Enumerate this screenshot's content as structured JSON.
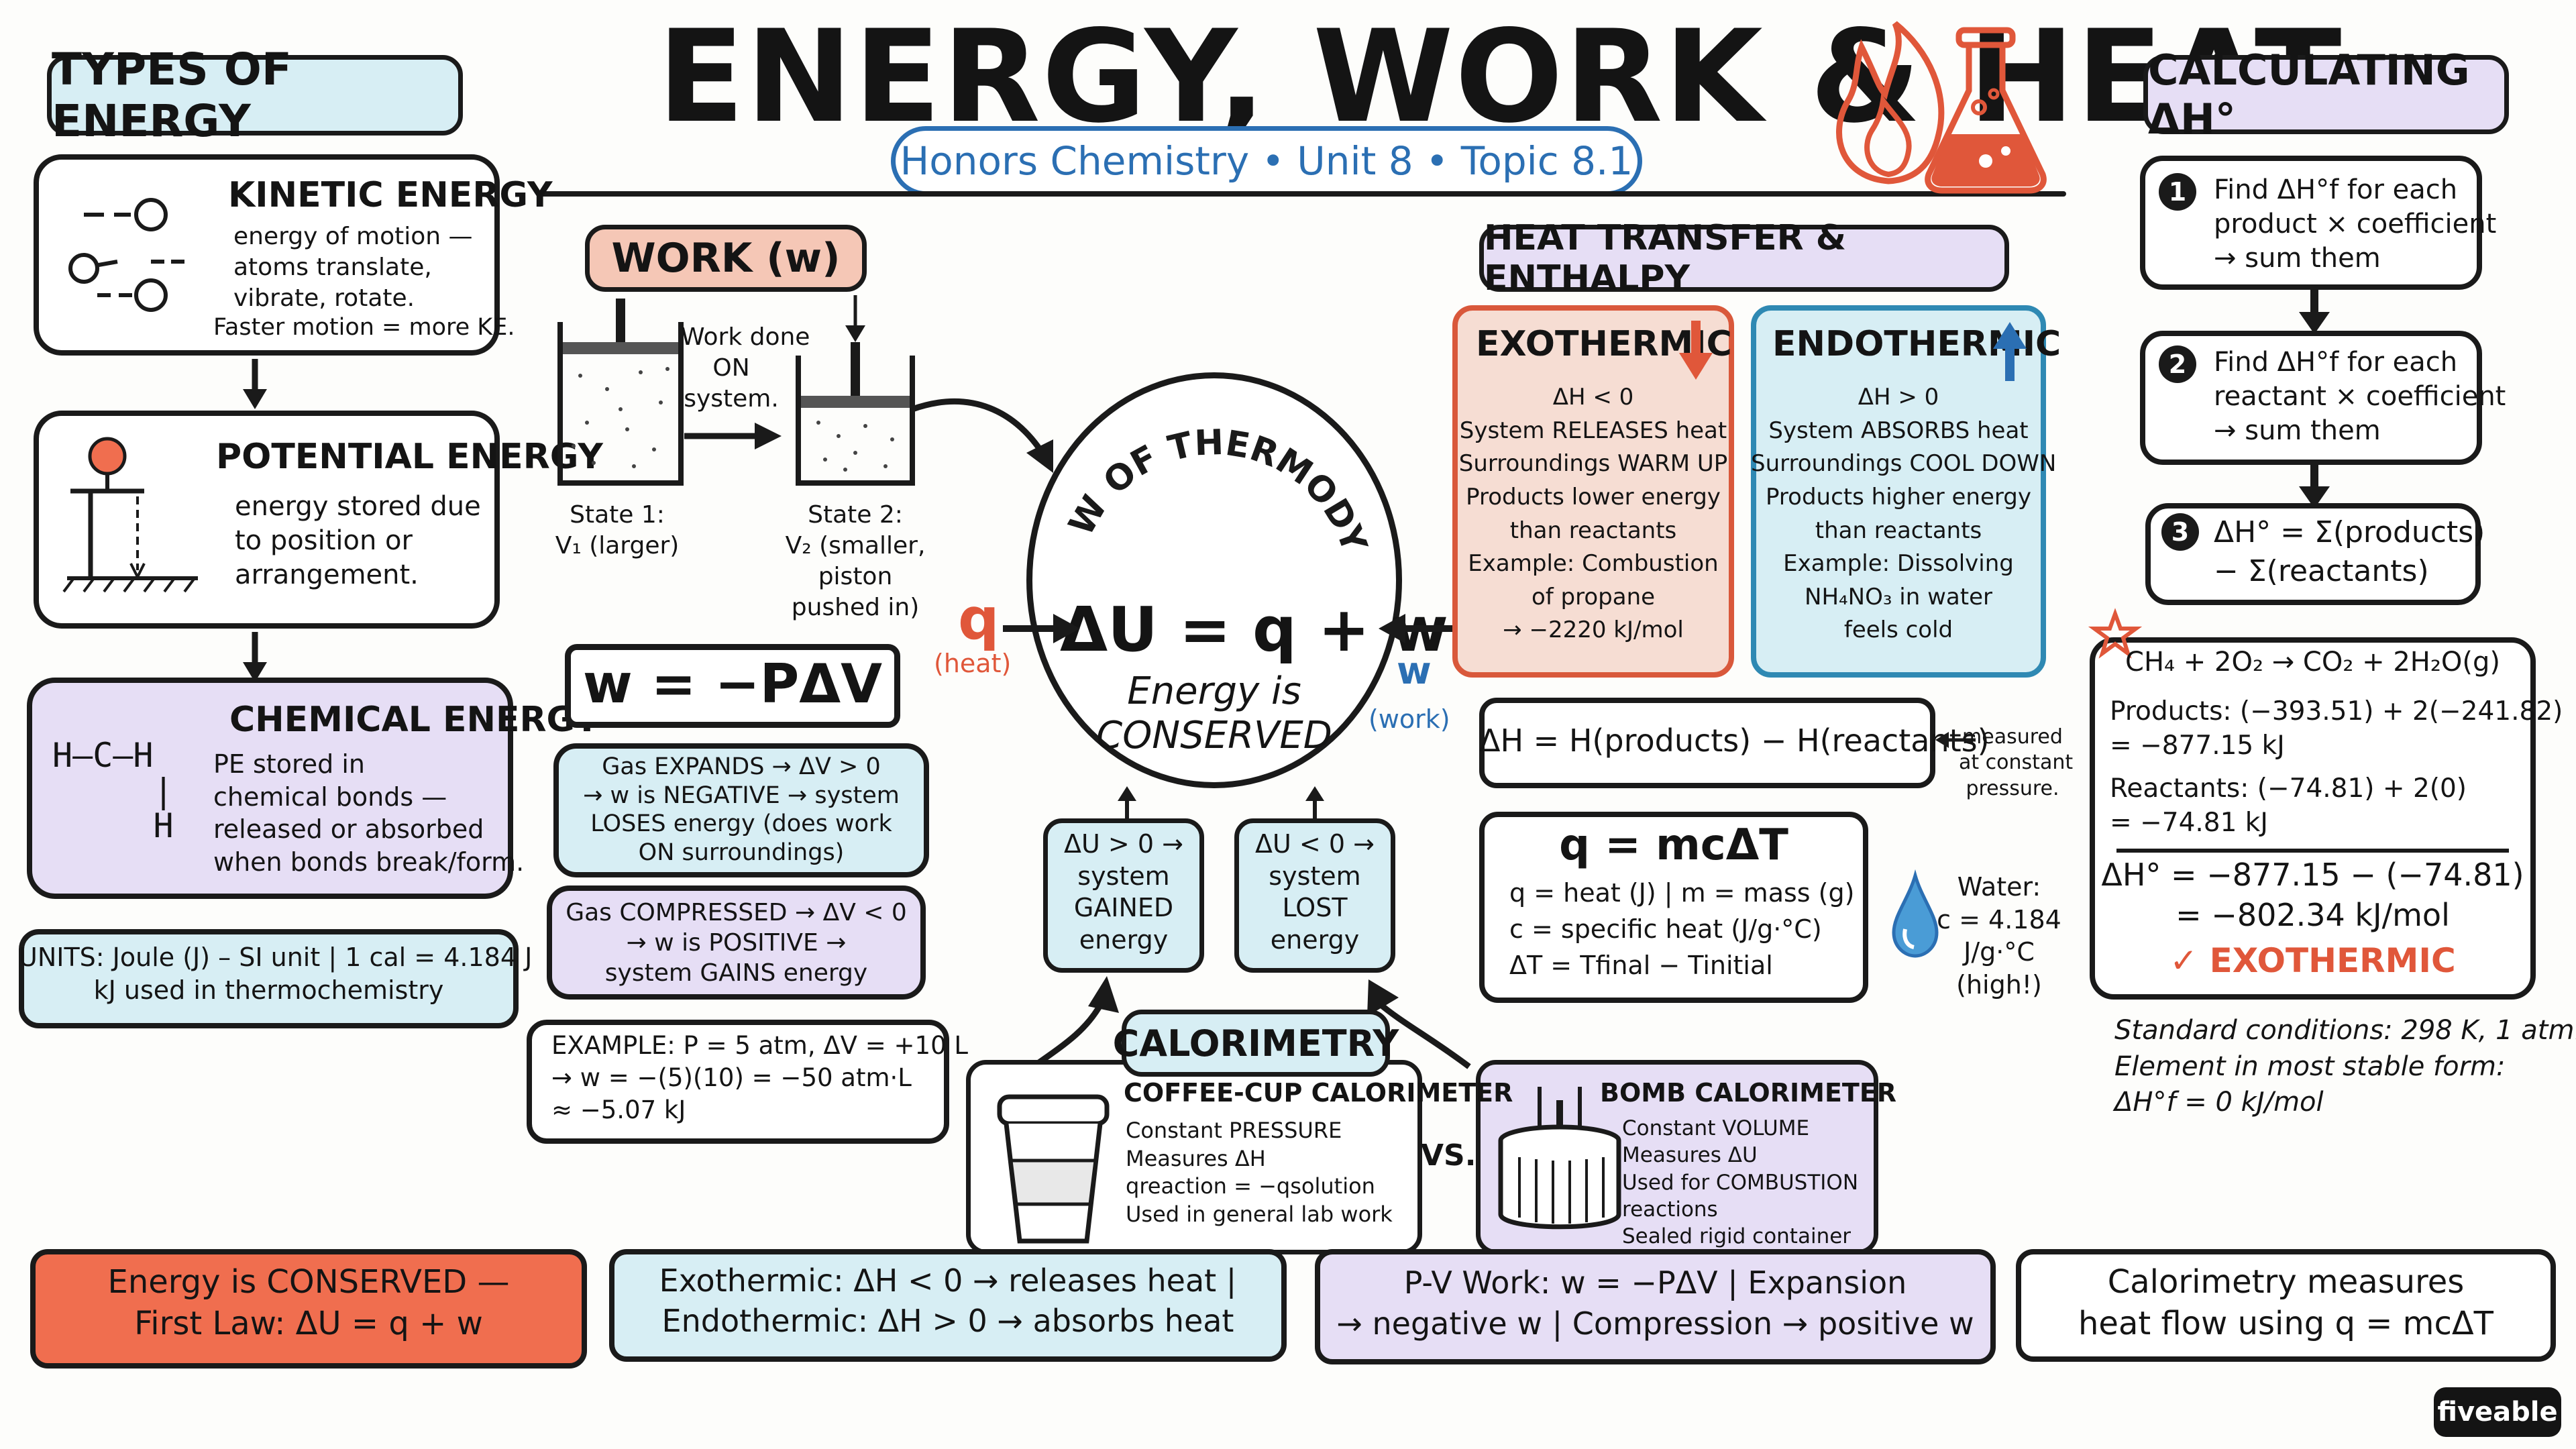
{
  "header": {
    "title": "ENERGY, WORK & HEAT",
    "subtitle": "Honors Chemistry • Unit 8 • Topic 8.1"
  },
  "types": {
    "title": "TYPES OF ENERGY",
    "kinetic_title": "KINETIC ENERGY",
    "kinetic_body": "energy of motion —\natoms translate,\nvibrate, rotate.",
    "kinetic_note": "Faster motion = more KE.",
    "potential_title": "POTENTIAL ENERGY",
    "potential_body": "energy stored due\nto position or\narrangement.",
    "chemical_title": "CHEMICAL ENERGY",
    "chemical_body": "PE stored in\nchemical bonds —\nreleased or absorbed\nwhen bonds break/form.",
    "chemical_formula": "H—C—H\n     |\n     H",
    "units_text": "UNITS: Joule (J) – SI unit | 1 cal = 4.184 J\nkJ used in thermochemistry"
  },
  "work": {
    "title": "WORK (w)",
    "work_done": "Work done\nON\nsystem.",
    "state1": "State 1:\nV₁ (larger)",
    "state2": "State 2:\nV₂ (smaller,\npiston\npushed in)",
    "formula": "w = −PΔV",
    "expands": "Gas EXPANDS → ΔV > 0\n→ w is NEGATIVE → system\nLOSES energy (does work\nON surroundings)",
    "compressed": "Gas COMPRESSED → ΔV < 0\n→ w is POSITIVE →\nsystem GAINS energy",
    "example": "EXAMPLE: P = 5 atm, ΔV = +10 L\n→ w = −(5)(10) = −50 atm·L\n≈ −5.07 kJ"
  },
  "first_law": {
    "arc_title": "FIRST LAW OF THERMODYNAMICS",
    "equation": "ΔU = q + w",
    "conserved": "Energy is\nCONSERVED",
    "q_symbol": "q",
    "q_label": "(heat)",
    "w_symbol": "w",
    "w_label": "(work)",
    "gained": "ΔU > 0 →\nsystem\nGAINED\nenergy",
    "lost": "ΔU < 0 →\nsystem\nLOST\nenergy"
  },
  "calorimetry": {
    "title": "CALORIMETRY",
    "coffee_title": "COFFEE-CUP CALORIMETER",
    "coffee_body": "Constant PRESSURE\nMeasures ΔH\nqreaction = −qsolution\nUsed in general lab work",
    "vs": "VS.",
    "bomb_title": "BOMB CALORIMETER",
    "bomb_body": "Constant VOLUME\nMeasures ΔU\nUsed for COMBUSTION\nreactions\nSealed rigid container"
  },
  "heat": {
    "title": "HEAT TRANSFER & ENTHALPY",
    "exo_title": "EXOTHERMIC",
    "exo_body": "ΔH < 0\nSystem RELEASES heat\nSurroundings WARM UP\nProducts lower energy\nthan reactants\nExample: Combustion\nof propane\n→ −2220 kJ/mol",
    "endo_title": "ENDOTHERMIC",
    "endo_body": "ΔH > 0\nSystem ABSORBS heat\nSurroundings COOL DOWN\nProducts higher energy\nthan reactants\nExample: Dissolving\nNH₄NO₃ in water\nfeels cold",
    "delta_h": "ΔH = H(products) − H(reactants)",
    "measured": "measured\nat constant\npressure.",
    "q_title": "q = mcΔT",
    "q_body": "q = heat (J) | m = mass (g)\nc = specific heat (J/g·°C)\nΔT = Tfinal − Tinitial",
    "water": "Water:\nc = 4.184\nJ/g·°C\n(high!)"
  },
  "calc": {
    "title": "CALCULATING ΔH°",
    "step1_num": "1",
    "step1": "Find ΔH°f for each\nproduct × coefficient\n→ sum them",
    "step2_num": "2",
    "step2": "Find ΔH°f for each\nreactant × coefficient\n→ sum them",
    "step3_num": "3",
    "step3": "ΔH° = Σ(products)\n− Σ(reactants)",
    "reaction": "CH₄ + 2O₂ → CO₂ + 2H₂O(g)",
    "products": "Products: (−393.51) + 2(−241.82)\n= −877.15 kJ",
    "reactants": "Reactants: (−74.81) + 2(0)\n= −74.81 kJ",
    "result": "ΔH° = −877.15 − (−74.81)\n= −802.34 kJ/mol",
    "verdict": "✓ EXOTHERMIC",
    "standard": "Standard conditions: 298 K, 1 atm.\nElement in most stable form:\nΔH°f = 0 kJ/mol"
  },
  "footer": {
    "f1": "Energy is CONSERVED —\nFirst Law: ΔU = q + w",
    "f2": "Exothermic: ΔH < 0 → releases heat |\nEndothermic: ΔH > 0 → absorbs heat",
    "f3": "P-V Work: w = −PΔV | Expansion\n→ negative w | Compression → positive w",
    "f4": "Calorimetry measures\nheat flow using q = mcΔT",
    "brand": "fiveable"
  },
  "colors": {
    "blue": "#d7eef4",
    "purple": "#e6def5",
    "orange": "#f3d8cd",
    "red": "#f06e4f",
    "accent_blue": "#2b6fb3"
  }
}
